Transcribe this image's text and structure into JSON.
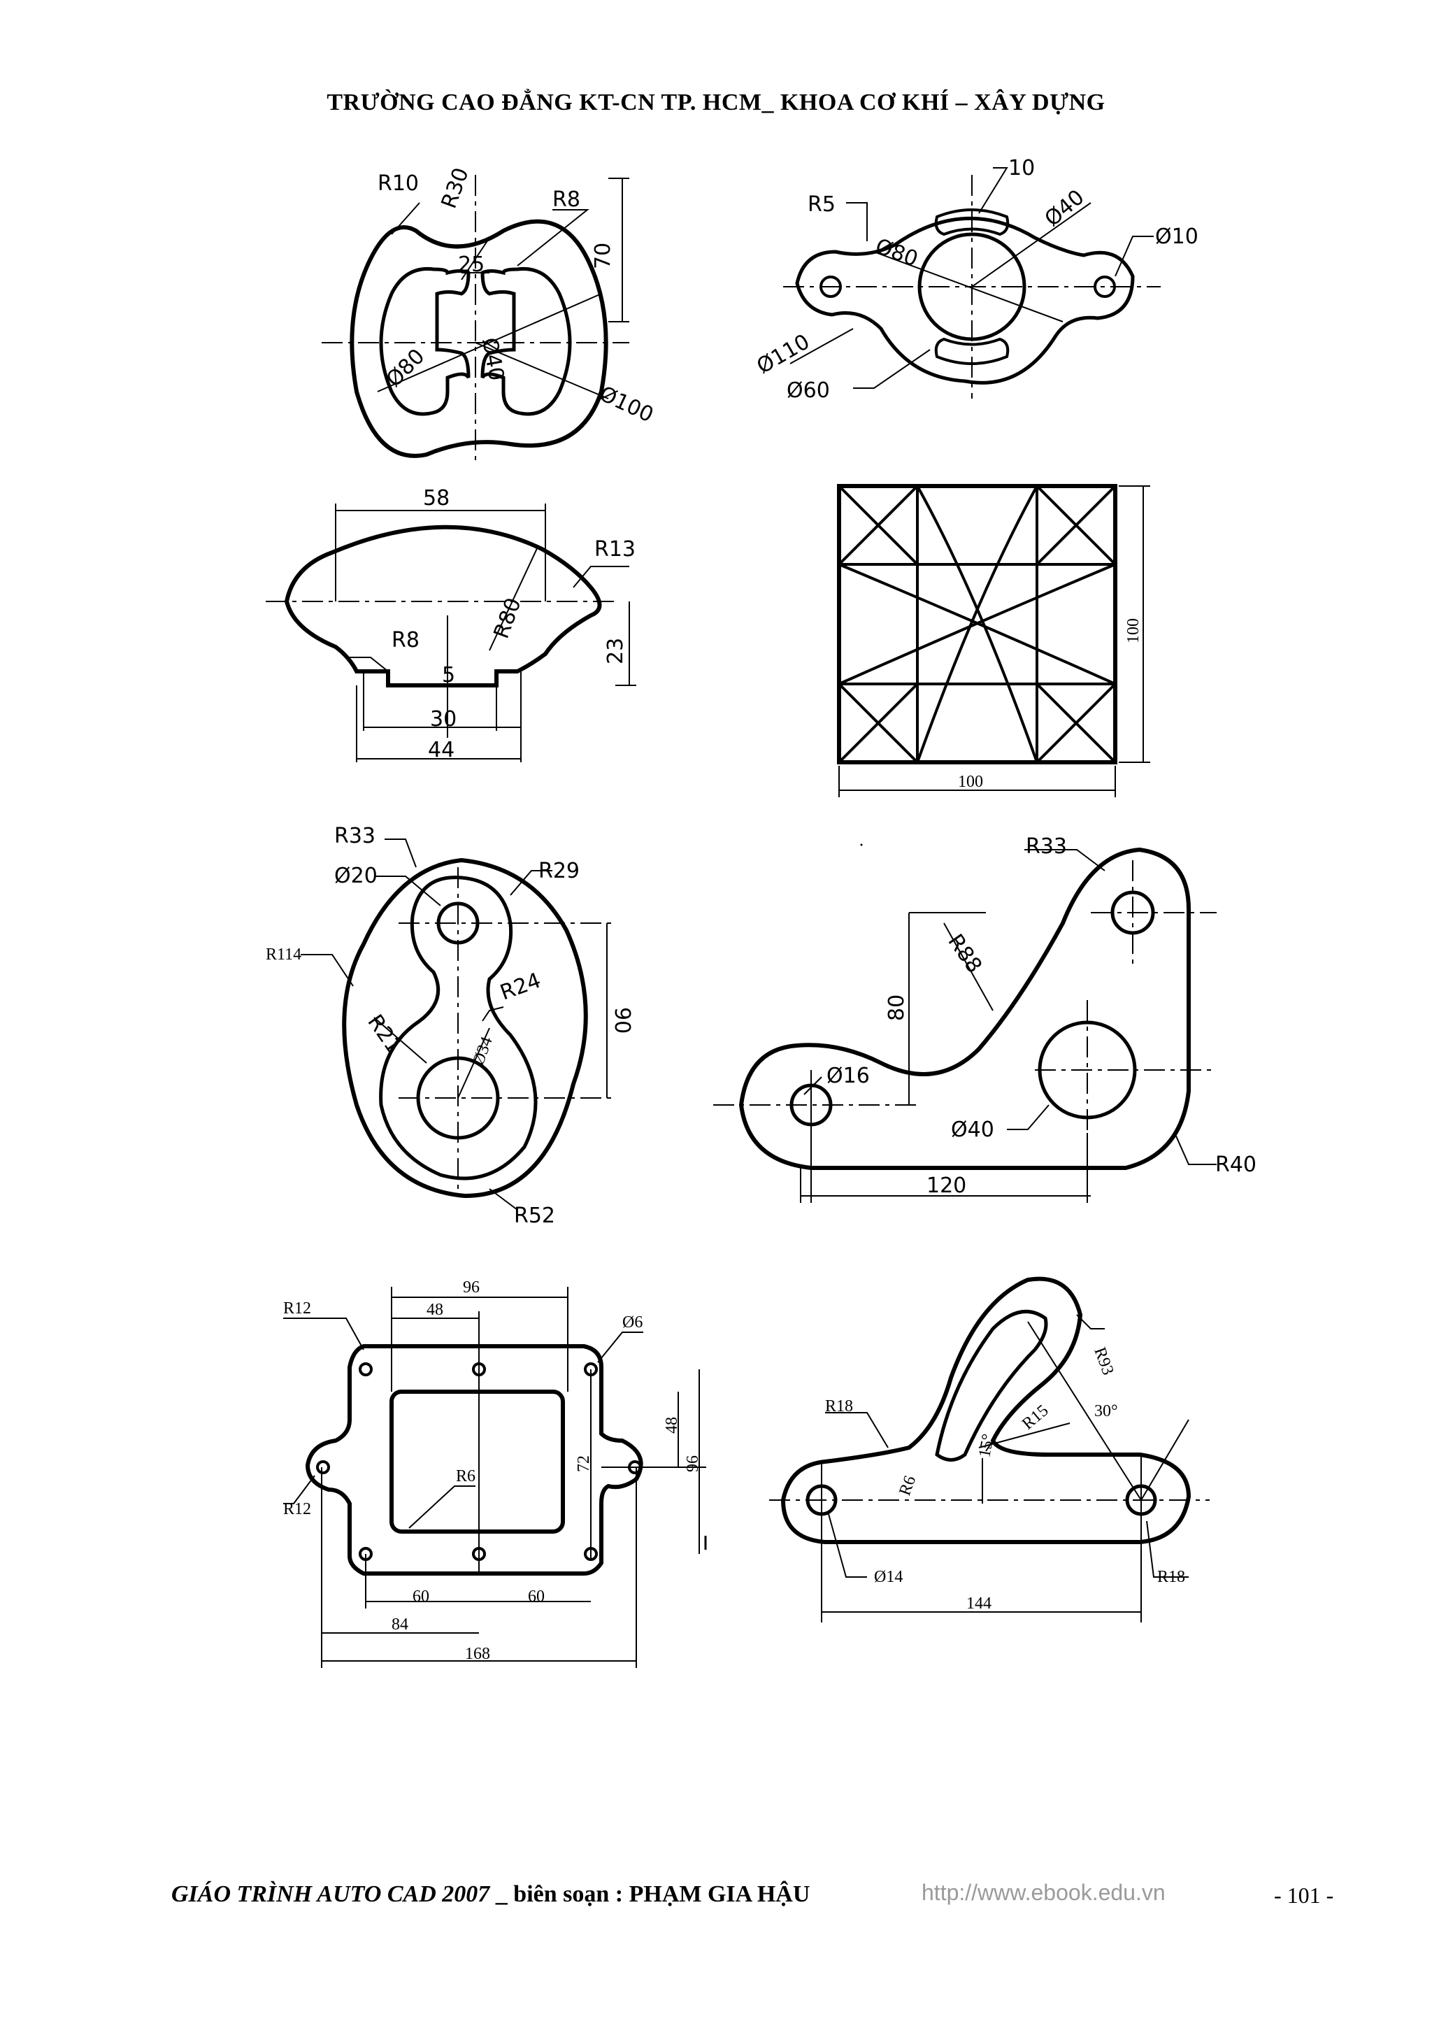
{
  "header": {
    "title": "TRƯỜNG CAO ĐẲNG KT-CN TP. HCM_ KHOA CƠ KHÍ – XÂY DỰNG"
  },
  "footer": {
    "book_title": "GIÁO TRÌNH AUTO CAD 2007",
    "separator": " _ ",
    "author": "biên soạn : PHẠM GIA HẬU",
    "url": "http://www.ebook.edu.vn",
    "page": "- 101 -"
  },
  "figures": {
    "fig1": {
      "r10": "R10",
      "r30": "R30",
      "r8": "R8",
      "d25": "25",
      "d70": "70",
      "d80": "Ø80",
      "d40": "Ø40",
      "d100": "Ø100"
    },
    "fig2": {
      "r5": "R5",
      "d10a": "10",
      "d40": "Ø40",
      "d80": "Ø80",
      "d10b": "Ø10",
      "d110": "Ø110",
      "d60": "Ø60"
    },
    "fig3": {
      "d58": "58",
      "r13": "R13",
      "r80": "R80",
      "r8": "R8",
      "d23": "23",
      "d5": "5",
      "d30": "30",
      "d44": "44"
    },
    "fig4": {
      "d100h": "100",
      "d100v": "100"
    },
    "fig5": {
      "r33": "R33",
      "d20": "Ø20",
      "r29": "R29",
      "r114": "R114",
      "r21": "R21",
      "r24": "R24",
      "d90": "90",
      "d34": "Ø34",
      "r52": "R52"
    },
    "fig6": {
      "r33": "R33",
      "r88": "R88",
      "d80": "80",
      "d16": "Ø16",
      "d40": "Ø40",
      "r40": "R40",
      "d120": "120"
    },
    "fig7": {
      "d96": "96",
      "d48a": "48",
      "r12a": "R12",
      "d6": "Ø6",
      "d48b": "48",
      "d96v": "96",
      "d72": "72",
      "r6": "R6",
      "r12b": "R12",
      "d60a": "60",
      "d60b": "60",
      "d84": "84",
      "d168": "168"
    },
    "fig8": {
      "r18a": "R18",
      "r93": "R93",
      "r15": "R15",
      "a15": "15°",
      "a30": "30°",
      "r6": "R6",
      "d14": "Ø14",
      "r18b": "R18",
      "d144": "144"
    }
  }
}
